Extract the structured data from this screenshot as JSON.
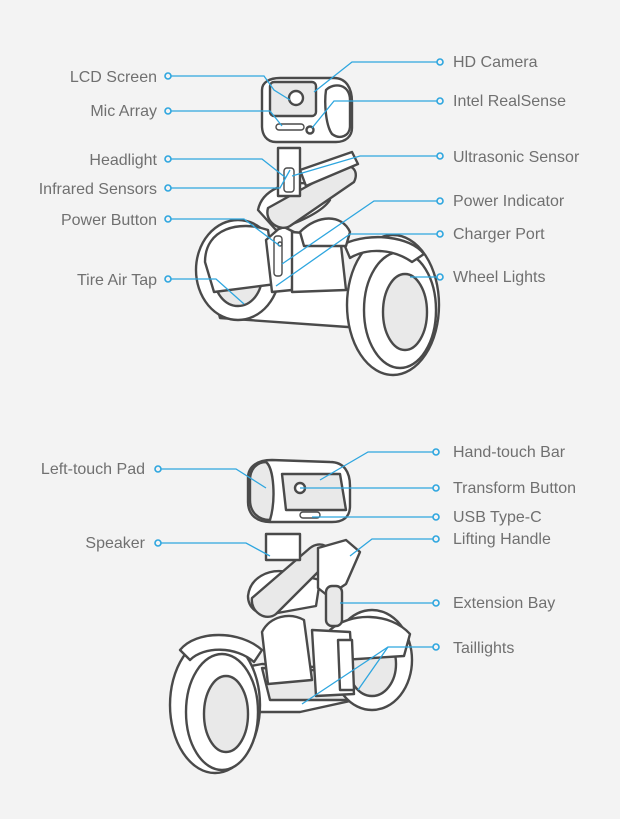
{
  "top_view": {
    "left_labels": [
      "LCD Screen",
      "Mic Array",
      "Headlight",
      "Infrared Sensors",
      "Power Button",
      "Tire Air Tap"
    ],
    "right_labels": [
      "HD Camera",
      "Intel RealSense",
      "Ultrasonic Sensor",
      "Power Indicator",
      "Charger Port",
      "Wheel Lights"
    ]
  },
  "bottom_view": {
    "left_labels": [
      "Left-touch Pad",
      "Speaker"
    ],
    "right_labels": [
      "Hand-touch Bar",
      "Transform Button",
      "USB Type-C",
      "Lifting Handle",
      "Extension Bay",
      "Taillights"
    ]
  },
  "colors": {
    "accent": "#2ea6df",
    "label_text": "#707070",
    "outline": "#4a4a4a",
    "background": "#f3f3f3"
  }
}
